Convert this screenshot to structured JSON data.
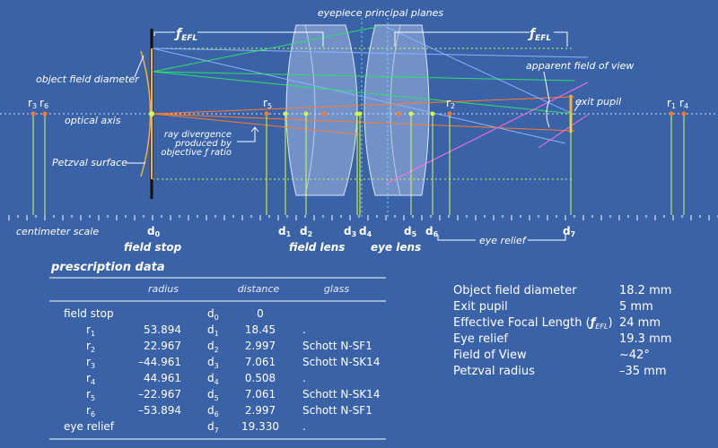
{
  "labels": {
    "principal_planes": "eyepiece principal planes",
    "object_field_diameter": "object field diameter",
    "optical_axis": "optical axis",
    "petzval_surface": "Petzval surface",
    "ray_div_1": "ray divergence",
    "ray_div_2": "produced by",
    "ray_div_3": "objective ƒ ratio",
    "apparent_fov": "apparent field of view",
    "exit_pupil": "exit pupil",
    "centimeter_scale": "centimeter scale",
    "field_stop": "field stop",
    "field_lens": "field lens",
    "eye_lens": "eye lens",
    "eye_relief": "eye relief",
    "f_main": "ƒ",
    "f_sub": "EFL"
  },
  "r_labels": [
    {
      "main": "r",
      "sub": "3"
    },
    {
      "main": "r",
      "sub": "6"
    },
    {
      "main": "r",
      "sub": "5"
    },
    {
      "main": "r",
      "sub": "2"
    },
    {
      "main": "r",
      "sub": "1"
    },
    {
      "main": "r",
      "sub": "4"
    }
  ],
  "d_labels": [
    {
      "main": "d",
      "sub": "0"
    },
    {
      "main": "d",
      "sub": "1"
    },
    {
      "main": "d",
      "sub": "2"
    },
    {
      "main": "d",
      "sub": "3"
    },
    {
      "main": "d",
      "sub": "4"
    },
    {
      "main": "d",
      "sub": "5"
    },
    {
      "main": "d",
      "sub": "6"
    },
    {
      "main": "d",
      "sub": "7"
    }
  ],
  "prescription": {
    "title": "prescription data",
    "headers": {
      "radius": "radius",
      "distance": "distance",
      "glass": "glass"
    },
    "rows": [
      {
        "surface": "field stop",
        "sub": "",
        "radius": "",
        "d": "d",
        "dsub": "0",
        "distance": "0",
        "glass": ""
      },
      {
        "surface": "r",
        "sub": "1",
        "radius": "53.894",
        "d": "d",
        "dsub": "1",
        "distance": "18.45",
        "glass": "."
      },
      {
        "surface": "r",
        "sub": "2",
        "radius": "22.967",
        "d": "d",
        "dsub": "2",
        "distance": "2.997",
        "glass": "Schott N-SF1"
      },
      {
        "surface": "r",
        "sub": "3",
        "radius": "–44.961",
        "d": "d",
        "dsub": "3",
        "distance": "7.061",
        "glass": "Schott N-SK14"
      },
      {
        "surface": "r",
        "sub": "4",
        "radius": "44.961",
        "d": "d",
        "dsub": "4",
        "distance": "0.508",
        "glass": "."
      },
      {
        "surface": "r",
        "sub": "5",
        "radius": "–22.967",
        "d": "d",
        "dsub": "5",
        "distance": "7.061",
        "glass": "Schott N-SK14"
      },
      {
        "surface": "r",
        "sub": "6",
        "radius": "–53.894",
        "d": "d",
        "dsub": "6",
        "distance": "2.997",
        "glass": "Schott N-SF1"
      },
      {
        "surface": "eye relief",
        "sub": "",
        "radius": "",
        "d": "d",
        "dsub": "7",
        "distance": "19.330",
        "glass": "."
      }
    ]
  },
  "specs": [
    {
      "label": "Object field diameter",
      "value": "18.2 mm"
    },
    {
      "label": "Exit pupil",
      "value": "5 mm"
    },
    {
      "label": "Effective Focal Length (",
      "label_f": "ƒ",
      "label_sub": "EFL",
      "label_end": ")",
      "value": "24 mm"
    },
    {
      "label": "Eye relief",
      "value": "19.3 mm"
    },
    {
      "label": "Field of View",
      "value": "~42°"
    },
    {
      "label": "Petzval radius",
      "value": "–35 mm"
    }
  ],
  "colors": {
    "background": "#3a62a6",
    "ray_blue": "#8ab4ff",
    "ray_green": "#2ee06a",
    "ray_orange": "#ff7a2a",
    "ray_magenta": "#ff6fe0",
    "marker_yellow": "#d6ff4a",
    "field_stop": "#f0b23c",
    "lens_fill": "#a9c2e8"
  }
}
